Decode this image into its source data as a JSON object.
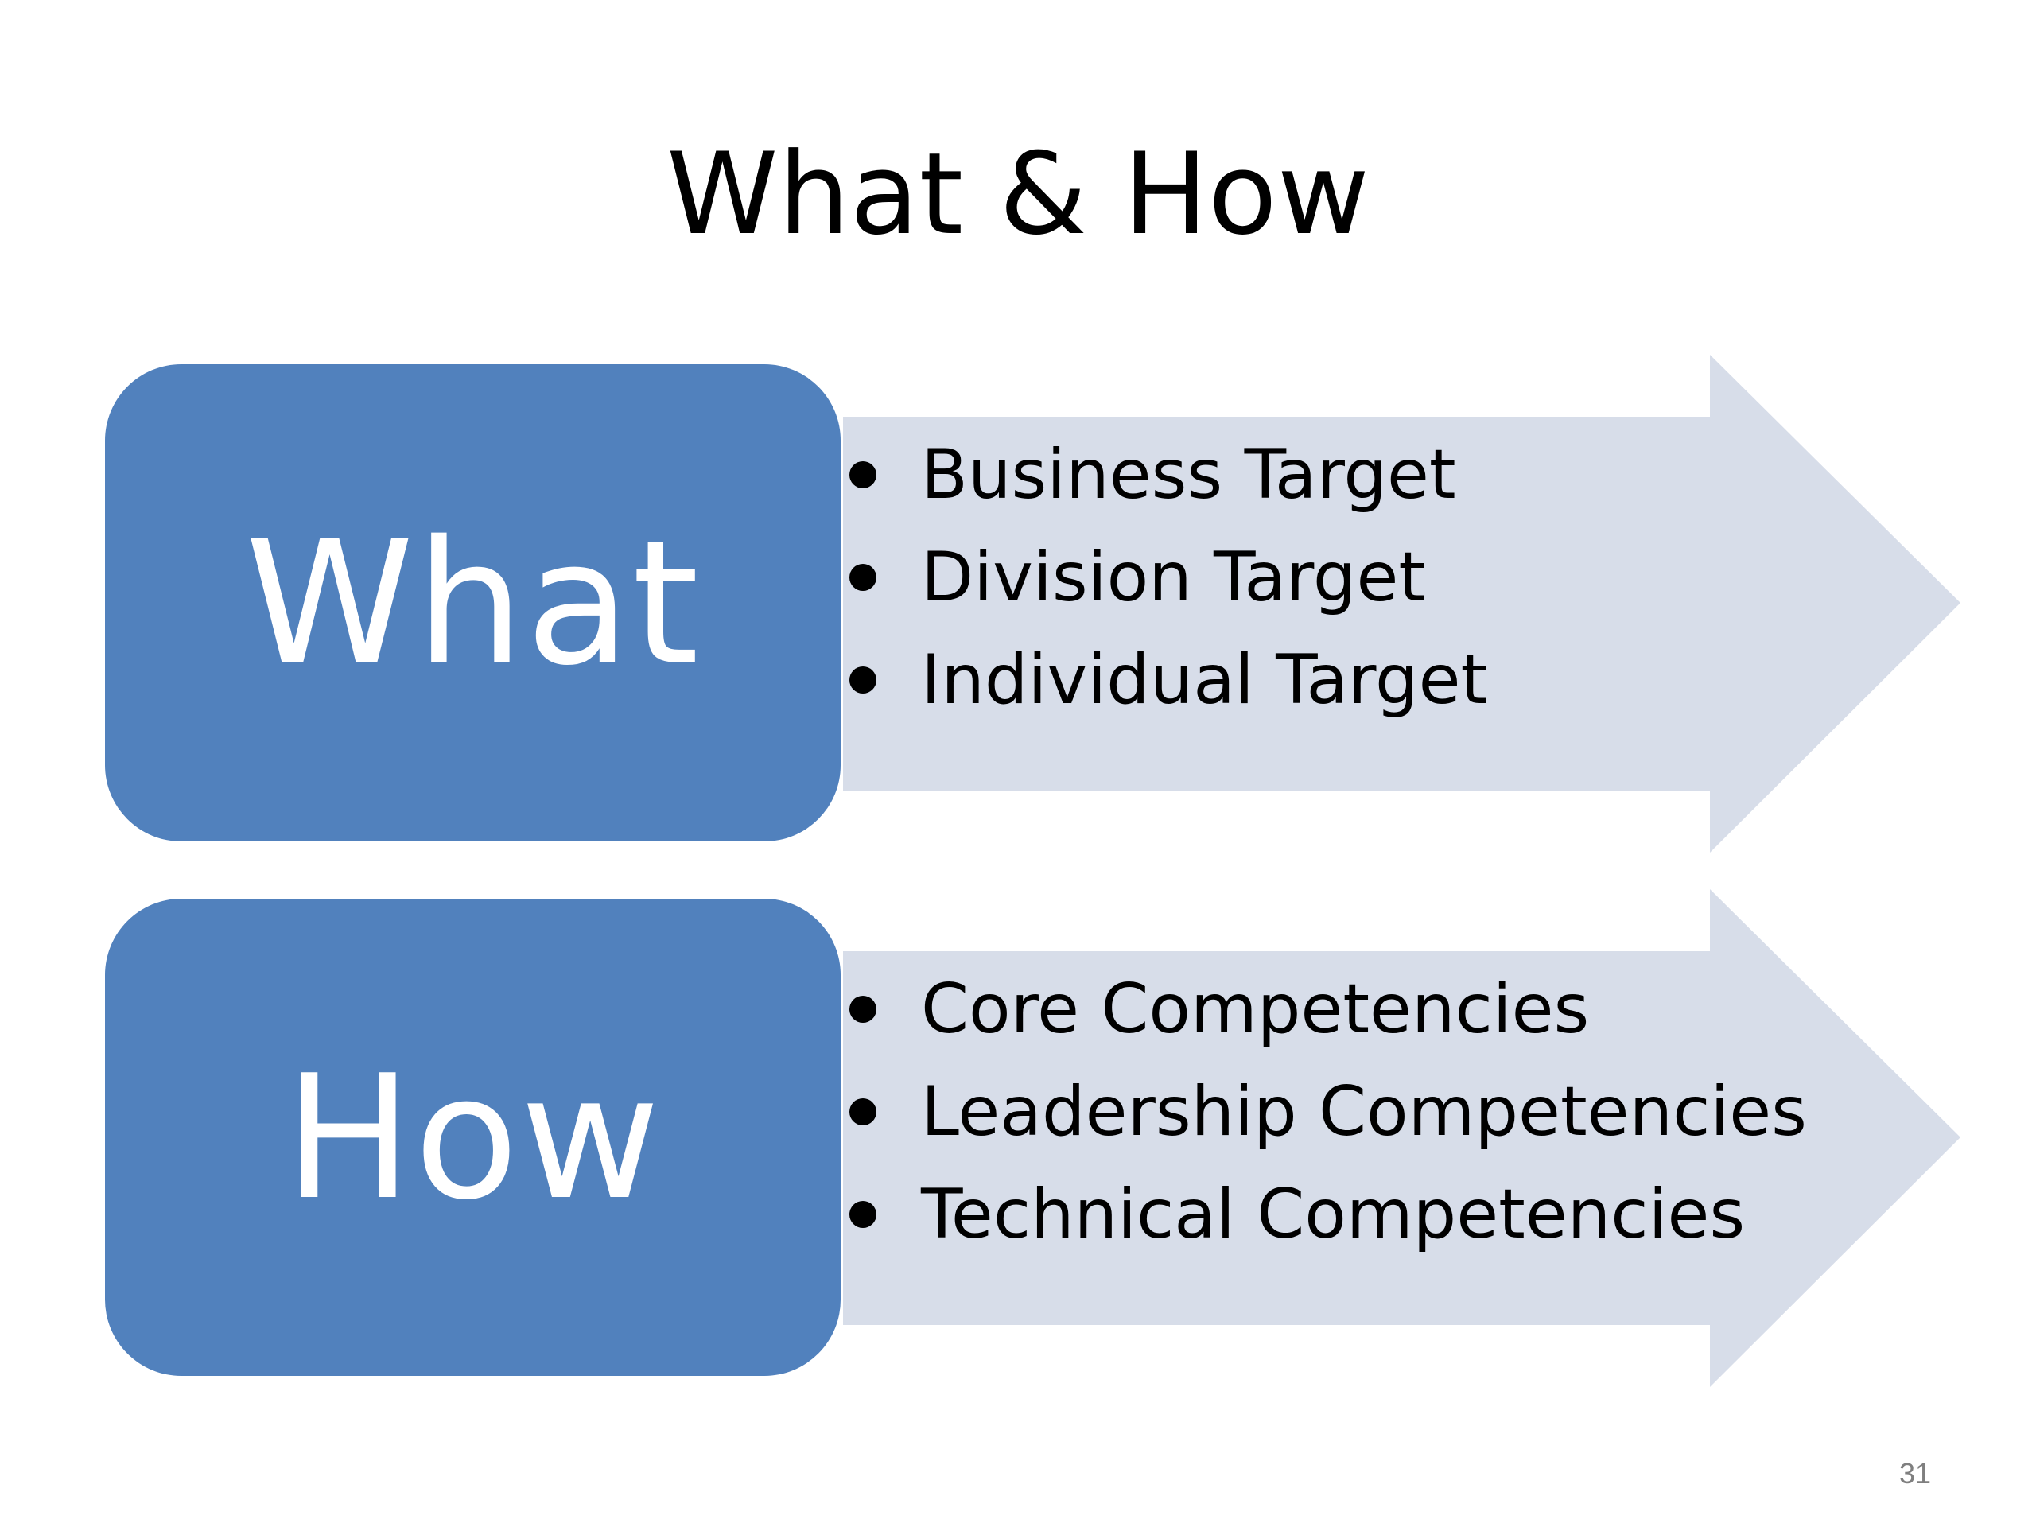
{
  "slide": {
    "title": "What & How",
    "page_number": "31",
    "colors": {
      "box_fill": "#5181bd",
      "arrow_fill": "#d7dde9",
      "box_text": "#ffffff",
      "body_text": "#000000"
    },
    "rows": [
      {
        "label": "What",
        "bullets": [
          "Business Target",
          "Division Target",
          "Individual Target"
        ]
      },
      {
        "label": "How",
        "bullets": [
          "Core Competencies",
          "Leadership Competencies",
          "Technical Competencies"
        ]
      }
    ]
  }
}
